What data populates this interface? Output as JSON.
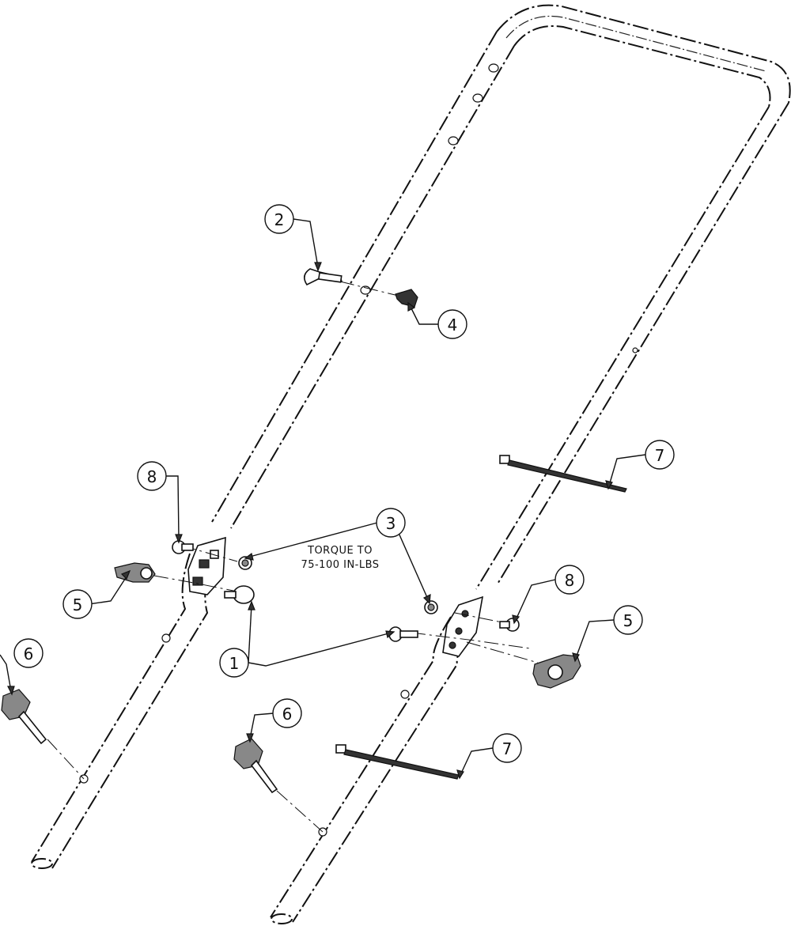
{
  "callouts": [
    {
      "id": "c1",
      "label": "1"
    },
    {
      "id": "c2",
      "label": "2"
    },
    {
      "id": "c3",
      "label": "3"
    },
    {
      "id": "c4",
      "label": "4"
    },
    {
      "id": "c5a",
      "label": "5"
    },
    {
      "id": "c5b",
      "label": "5"
    },
    {
      "id": "c6a",
      "label": "6"
    },
    {
      "id": "c6b",
      "label": "6"
    },
    {
      "id": "c7a",
      "label": "7"
    },
    {
      "id": "c7b",
      "label": "7"
    },
    {
      "id": "c8a",
      "label": "8"
    },
    {
      "id": "c8b",
      "label": "8"
    }
  ],
  "note": {
    "line1": "TORQUE TO",
    "line2": "75-100 IN-LBS"
  }
}
